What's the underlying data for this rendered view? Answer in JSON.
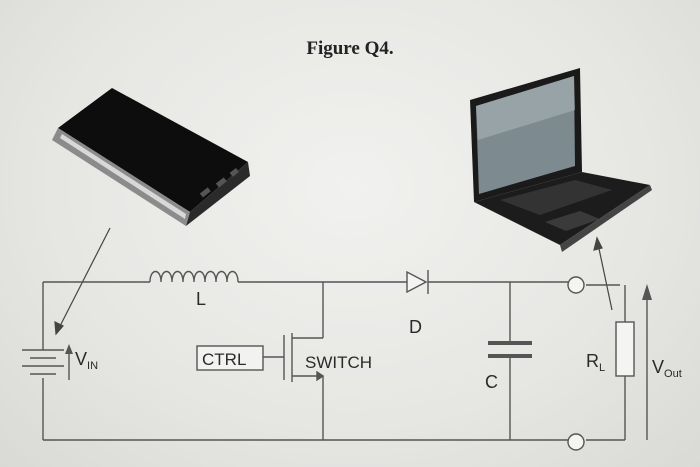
{
  "figure": {
    "title": "Figure Q4."
  },
  "labels": {
    "vin_main": "V",
    "vin_sub": "IN",
    "inductor": "L",
    "diode": "D",
    "ctrl": "CTRL",
    "switch": "SWITCH",
    "capacitor": "C",
    "load_main": "R",
    "load_sub": "L",
    "vout_main": "V",
    "vout_sub": "Out"
  },
  "icons": {
    "power_bank": "power-bank-icon",
    "laptop": "laptop-icon"
  }
}
